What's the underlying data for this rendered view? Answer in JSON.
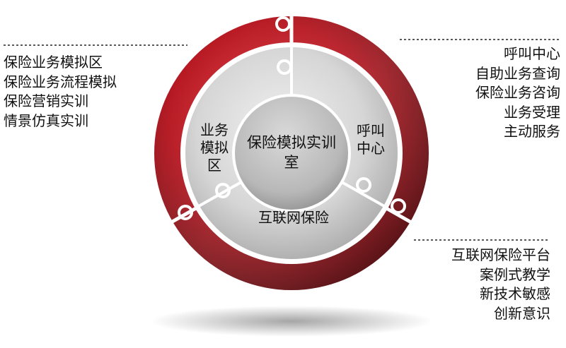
{
  "center": {
    "line1": "保险模拟实训",
    "line2": "室"
  },
  "segments": {
    "left": [
      "业务",
      "模拟",
      "区"
    ],
    "right": [
      "呼叫",
      "中心"
    ],
    "bottom": "互联网保险"
  },
  "lists": {
    "left": [
      "保险业务模拟区",
      "保险业务流程模拟",
      "保险营销实训",
      "情景仿真实训"
    ],
    "top_right": [
      "呼叫中心",
      "自助业务查询",
      "保险业务咨询",
      "业务受理",
      "主动服务"
    ],
    "bottom_right": [
      "互联网保险平台",
      "案例式教学",
      "新技术敏感",
      "创新意识"
    ]
  },
  "colors": {
    "outer_ring": "#b5111b",
    "outer_ring_dark": "#5e0409",
    "inner_ring": "#d2d2d2",
    "center": "#b8b8b8",
    "leader_line": "#222222"
  }
}
